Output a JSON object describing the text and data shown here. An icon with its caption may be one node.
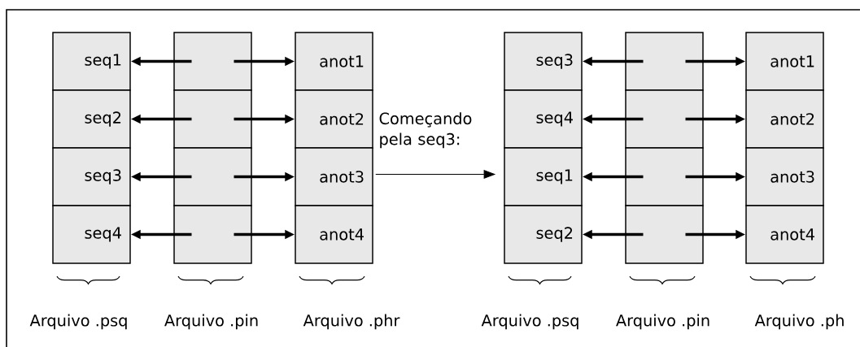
{
  "diagram": {
    "nodes": [
      {
        "text": [
          "seq1"
        ]
      },
      {
        "text": [
          "seq2"
        ]
      },
      {
        "text": [
          "seq3"
        ]
      },
      {
        "text": [
          "seq4"
        ]
      },
      {
        "text": [],
        "shape": "box"
      },
      {
        "text": [],
        "shape": "box"
      },
      {
        "text": [],
        "shape": "box"
      },
      {
        "text": [],
        "shape": "box"
      },
      {
        "text": [
          "anot1"
        ]
      },
      {
        "text": [
          "anot2"
        ]
      },
      {
        "text": [
          "anot3"
        ]
      },
      {
        "text": [
          "anot4"
        ]
      },
      {
        "text": [
          "seq3"
        ]
      },
      {
        "text": [
          "seq4"
        ]
      },
      {
        "text": [
          "seq1"
        ]
      },
      {
        "text": [
          "seq2"
        ]
      },
      {
        "text": [],
        "shape": "box"
      },
      {
        "text": [],
        "shape": "box"
      },
      {
        "text": [],
        "shape": "box"
      },
      {
        "text": [],
        "shape": "box"
      },
      {
        "text": [
          "anot1"
        ]
      },
      {
        "text": [
          "anot2"
        ]
      },
      {
        "text": [
          "anot3"
        ]
      },
      {
        "text": [
          "anot4"
        ]
      }
    ],
    "edges": [
      {
        "from": 4,
        "to": 0,
        "arrow": "to"
      },
      {
        "from": 4,
        "to": 8,
        "arrow": "to"
      },
      {
        "from": 5,
        "to": 1,
        "arrow": "to"
      },
      {
        "from": 5,
        "to": 9,
        "arrow": "to"
      },
      {
        "from": 6,
        "to": 2,
        "arrow": "to"
      },
      {
        "from": 6,
        "to": 10,
        "arrow": "to"
      },
      {
        "from": 7,
        "to": 3,
        "arrow": "to"
      },
      {
        "from": 7,
        "to": 11,
        "arrow": "to"
      },
      {
        "from": 10,
        "to": 14,
        "arrow": "to",
        "label": "Começando pela seq3:"
      },
      {
        "from": 16,
        "to": 12,
        "arrow": "to"
      },
      {
        "from": 16,
        "to": 20,
        "arrow": "to"
      },
      {
        "from": 17,
        "to": 13,
        "arrow": "to"
      },
      {
        "from": 17,
        "to": 21,
        "arrow": "to"
      },
      {
        "from": 18,
        "to": 14,
        "arrow": "to"
      },
      {
        "from": 18,
        "to": 22,
        "arrow": "to"
      },
      {
        "from": 19,
        "to": 15,
        "arrow": "to"
      },
      {
        "from": 19,
        "to": 23,
        "arrow": "to"
      }
    ],
    "labels": [
      "Arquivo .psq",
      "Arquivo .pin",
      "Arquivo .phr",
      "Arquivo .psq",
      "Arquivo .pin",
      "Arquivo .ph"
    ]
  }
}
